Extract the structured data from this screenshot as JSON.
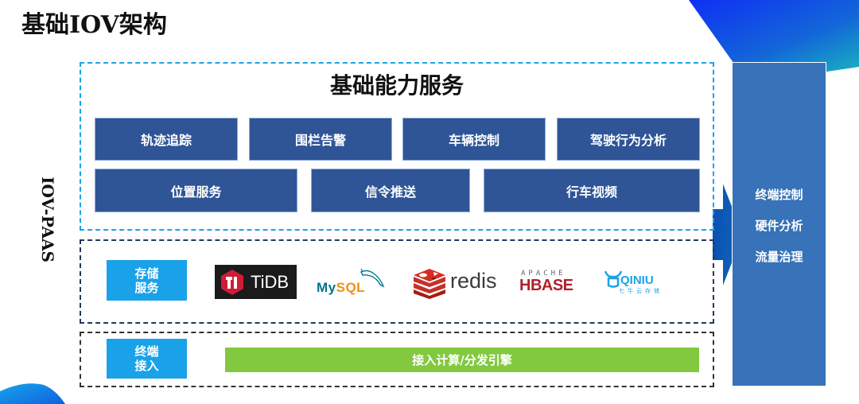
{
  "page": {
    "title": "基础IOV架构",
    "side_label": "IOV-PAAS"
  },
  "capability_layer": {
    "title": "基础能力服务",
    "row1": [
      "轨迹追踪",
      "围栏告警",
      "车辆控制",
      "驾驶行为分析"
    ],
    "row2": [
      "位置服务",
      "信令推送",
      "行车视频"
    ]
  },
  "storage_layer": {
    "tag": "存储\n服务",
    "tag_lines": [
      "存储",
      "服务"
    ],
    "logos": [
      {
        "name": "TiDB",
        "text": "TiDB"
      },
      {
        "name": "MySQL",
        "text_my": "My",
        "text_sql": "SQL"
      },
      {
        "name": "redis",
        "text": "redis"
      },
      {
        "name": "Apache HBase",
        "small": "APACHE",
        "big": "HBASE"
      },
      {
        "name": "Qiniu",
        "text": "QINIU",
        "sub": "七牛云存储"
      }
    ]
  },
  "access_layer": {
    "tag_lines": [
      "终端",
      "接入"
    ],
    "engine_label": "接入计算/分发引擎"
  },
  "right_panel": {
    "items": [
      "终端控制",
      "硬件分析",
      "流量治理"
    ]
  },
  "colors": {
    "capability_box": "#2f5597",
    "tag_blue": "#19a2e8",
    "engine_green": "#82c940",
    "right_panel": "#3872b8",
    "dash_top": "#1aa3e8",
    "dash_mid": "#22385e",
    "tidb_red": "#d01c35",
    "redis_red": "#c6302b",
    "hbase_red": "#b0202a",
    "mysql_blue": "#00758f",
    "mysql_orange": "#f29111"
  }
}
